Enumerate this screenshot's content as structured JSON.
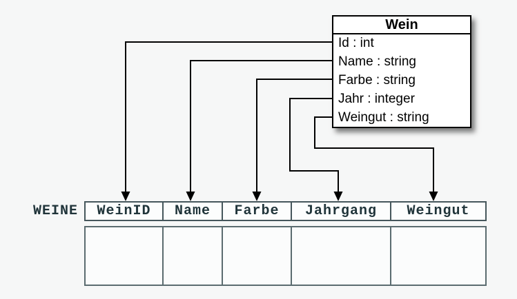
{
  "class_box": {
    "title": "Wein",
    "attributes": [
      "Id : int",
      "Name : string",
      "Farbe : string",
      "Jahr : integer",
      "Weingut : string"
    ]
  },
  "table": {
    "label": "WEINE",
    "columns": [
      "WeinID",
      "Name",
      "Farbe",
      "Jahrgang",
      "Weingut"
    ],
    "empty_row_count": 1
  },
  "connectors": [
    {
      "from": "Id",
      "to": "WeinID"
    },
    {
      "from": "Name",
      "to": "Name"
    },
    {
      "from": "Farbe",
      "to": "Farbe"
    },
    {
      "from": "Jahr",
      "to": "Jahrgang"
    },
    {
      "from": "Weingut",
      "to": "Weingut"
    }
  ],
  "colors": {
    "background": "#f6f7f7",
    "line": "#000000",
    "class_border": "#000000",
    "table_border": "#45565b",
    "table_text": "#20343a"
  }
}
